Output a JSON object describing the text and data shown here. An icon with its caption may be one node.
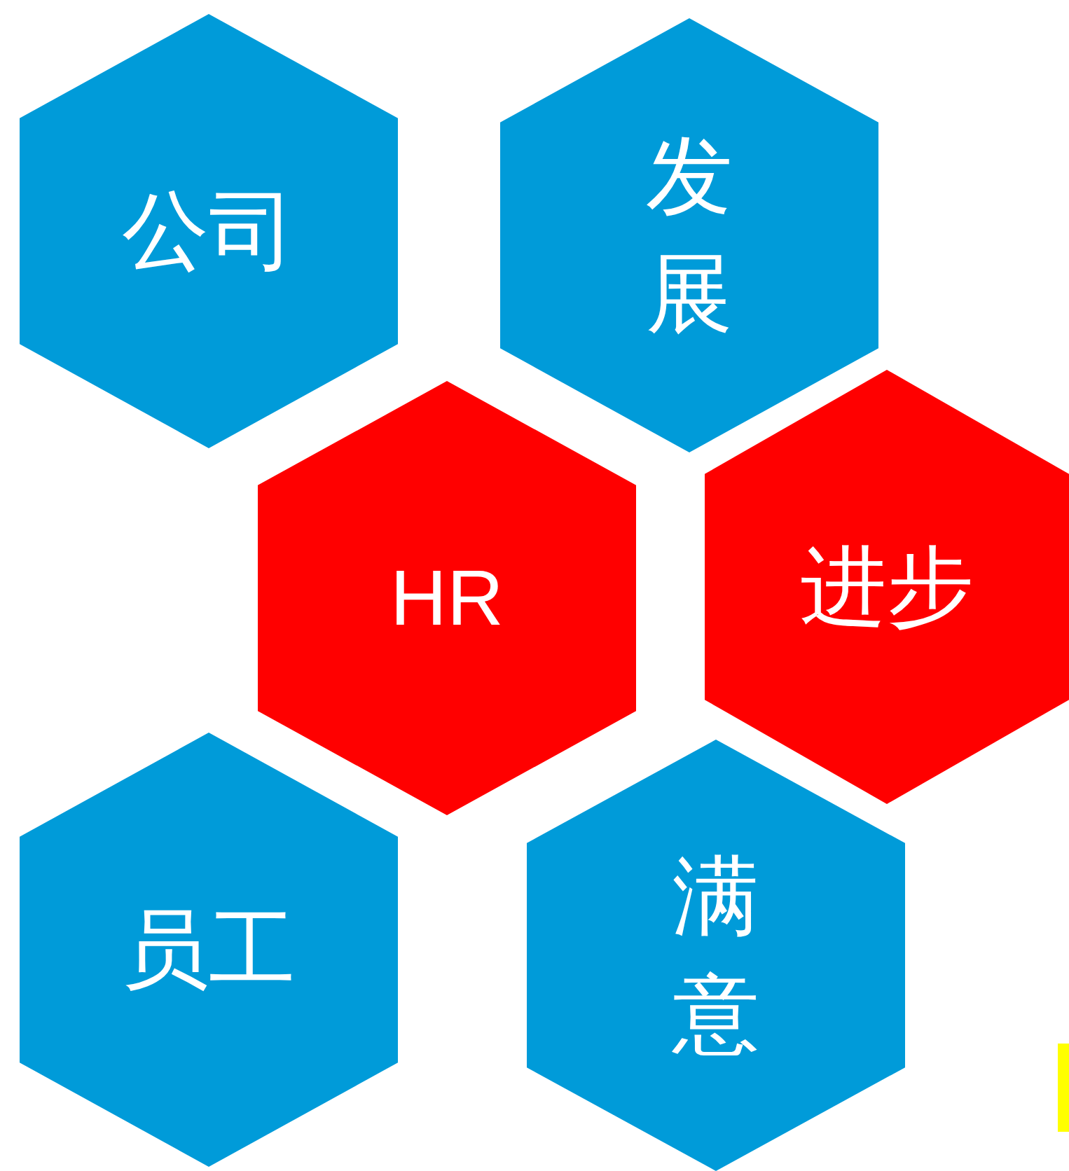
{
  "diagram": {
    "nodes": [
      {
        "text": [
          "公司"
        ]
      },
      {
        "text": [
          "发展"
        ]
      },
      {
        "text": [
          "HR"
        ]
      },
      {
        "text": [
          "进步"
        ]
      },
      {
        "text": [
          "员工"
        ]
      },
      {
        "text": [
          "满意"
        ]
      }
    ]
  }
}
